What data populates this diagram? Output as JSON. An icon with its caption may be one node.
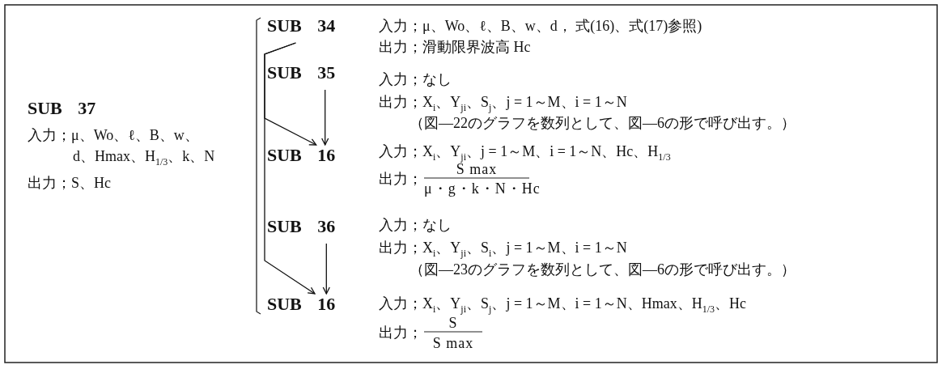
{
  "diagram": {
    "nodes": [
      {
        "text": [
          "SUB 37",
          "入力；μ、Wo、ℓ、B、w、d、Hmax、H$_{1/3}$、k、N",
          "出力；S、Hc"
        ]
      },
      {
        "text": [
          "SUB 34"
        ],
        "beside": [
          "入力；μ、Wo、ℓ、B、w、d， 式(16)、式(17)参照)",
          "出力；滑動限界波高 Hc"
        ]
      },
      {
        "text": [
          "SUB 35"
        ],
        "beside": [
          "入力；なし",
          "出力；X$_{i}$、Y$_{ji}$、S$_{j}$、j = 1～M、i = 1～N",
          "（図―22のグラフを数列として、図―6の形で呼び出す。）"
        ]
      },
      {
        "text": [
          "SUB 16"
        ],
        "beside": [
          "入力；X$_{i}$、Y$_{ji}$、j = 1～M、i = 1～N、Hc、H$_{1/3}$",
          "出力；",
          "S max",
          "μ・g・k・N・Hc"
        ]
      },
      {
        "text": [
          "SUB 36"
        ],
        "beside": [
          "入力；なし",
          "出力；X$_{i}$、Y$_{ji}$、S$_{i}$、j = 1～M、i = 1～N",
          "（図―23のグラフを数列として、図―6の形で呼び出す。）"
        ]
      },
      {
        "text": [
          "SUB 16"
        ],
        "beside": [
          "入力；X$_{i}$、Y$_{ji}$、S$_{j}$、j = 1～M、i = 1～N、Hmax、H$_{1/3}$、Hc",
          "出力；",
          "S",
          "S max"
        ]
      }
    ],
    "edges": [
      {
        "from": 1,
        "to": 3,
        "arrow": "to"
      },
      {
        "from": 1,
        "to": 5,
        "arrow": "to"
      },
      {
        "from": 2,
        "to": 3,
        "arrow": "to"
      },
      {
        "from": 4,
        "to": 5,
        "arrow": "to"
      }
    ]
  }
}
